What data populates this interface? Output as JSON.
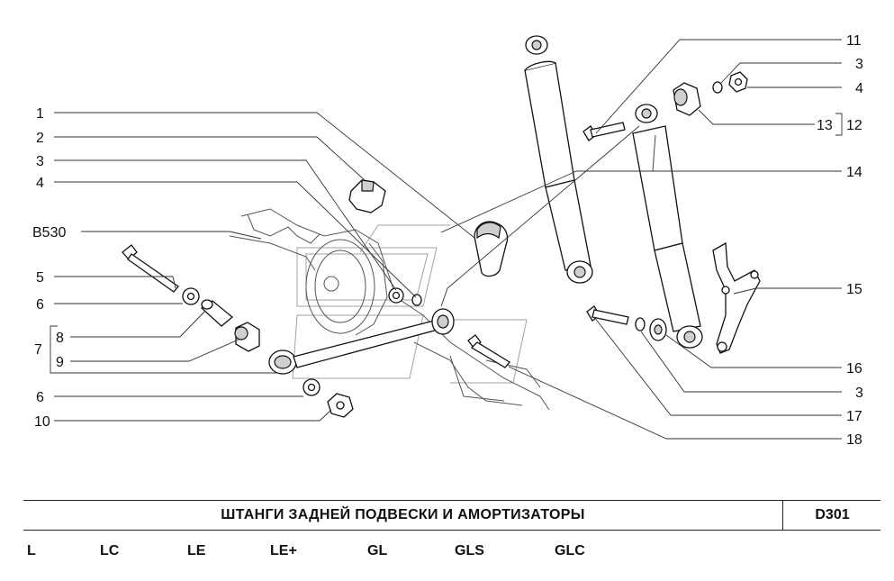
{
  "callouts": {
    "c1": "1",
    "c2": "2",
    "c3a": "3",
    "c4a": "4",
    "b530": "B530",
    "c5": "5",
    "c6a": "6",
    "c7": "7",
    "c8": "8",
    "c9": "9",
    "c6b": "6",
    "c10": "10",
    "c11": "11",
    "c3b": "3",
    "c4b": "4",
    "c13": "13",
    "c12": "12",
    "c14": "14",
    "c15": "15",
    "c16": "16",
    "c3c": "3",
    "c17": "17",
    "c18": "18"
  },
  "title_block": {
    "title": "ШТАНГИ ЗАДНЕЙ ПОДВЕСКИ И АМОРТИЗАТОРЫ",
    "code": "D301"
  },
  "variants": [
    "L",
    "LC",
    "LE",
    "LE+",
    "GL",
    "GLS",
    "GLC"
  ]
}
